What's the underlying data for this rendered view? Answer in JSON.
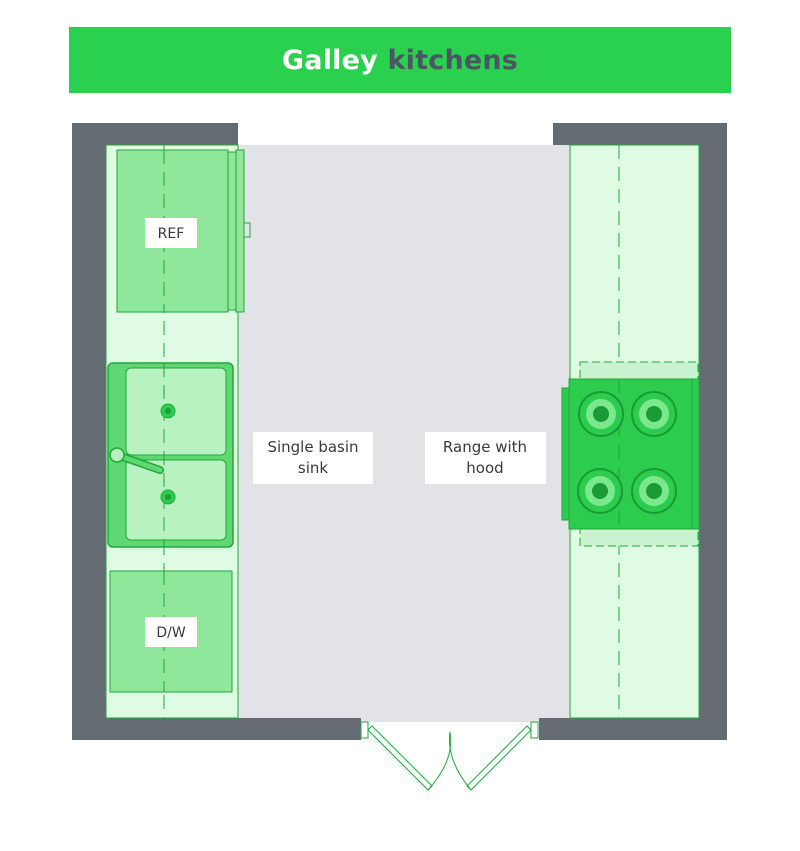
{
  "title": {
    "part1": "Galley",
    "part2": "kitchens"
  },
  "labels": {
    "ref": "REF",
    "dw": "D/W",
    "sink_line1": "Single basin",
    "sink_line2": "sink",
    "range_line1": "Range with",
    "range_line2": "hood"
  },
  "colors": {
    "banner": "#2ad14f",
    "title_accent": "#4b5563",
    "wall": "#656b73",
    "floor": "#e1e3e7",
    "counter": "#dffbe3",
    "appliance": "#8fe79b",
    "green_line": "#1fa83a",
    "burner": "#2ccc4e"
  }
}
